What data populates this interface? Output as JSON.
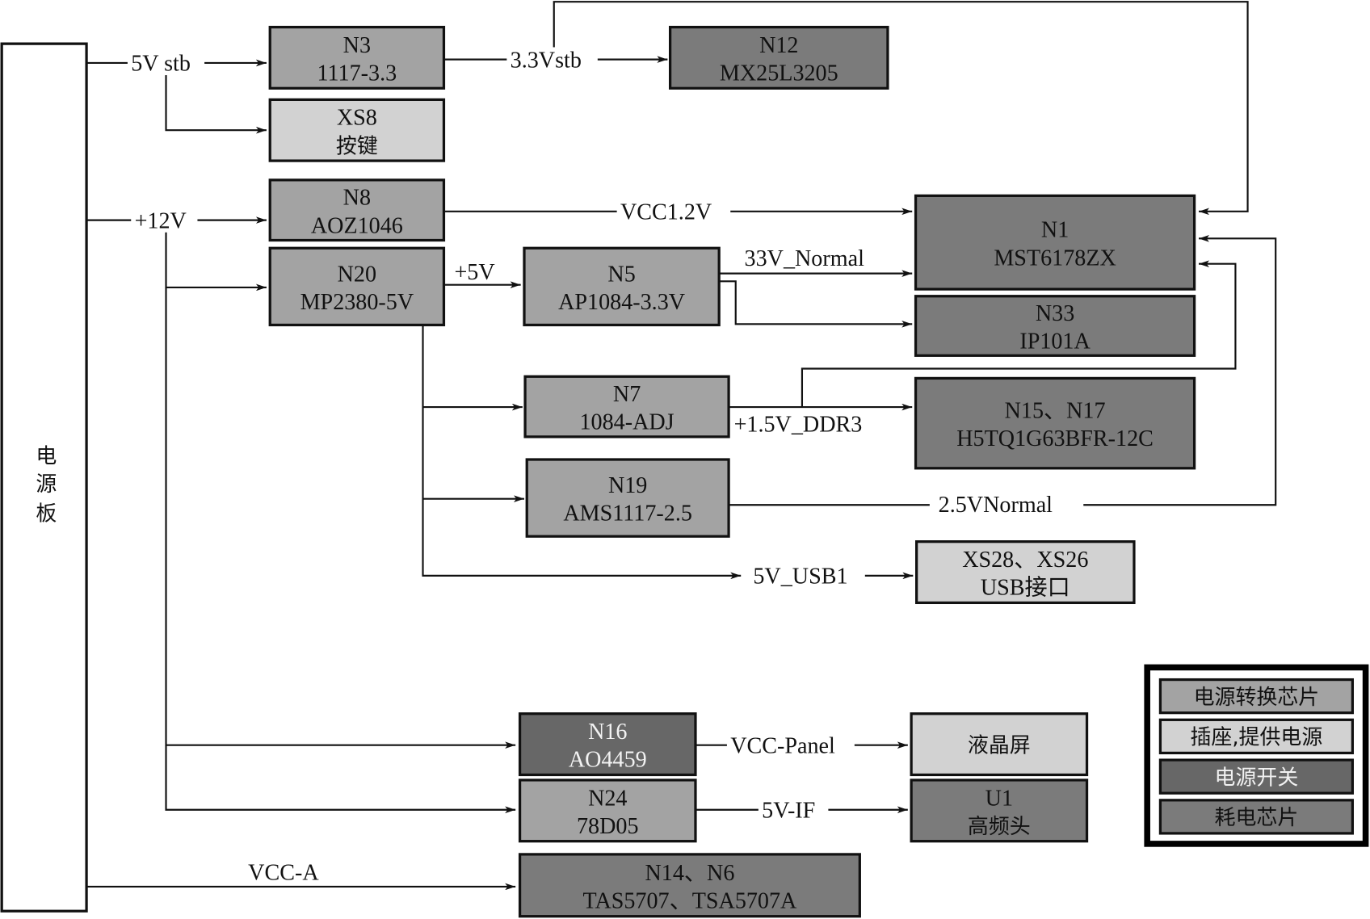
{
  "colors": {
    "converter": "#a3a3a3",
    "socket": "#d2d2d2",
    "switch": "#676767",
    "consumer": "#7b7b7b",
    "line": "#111111",
    "background": "#ffffff"
  },
  "power_board": {
    "label_lines": [
      "电",
      "源",
      "板"
    ]
  },
  "blocks": {
    "n3": {
      "id": "N3",
      "part": "1117-3.3",
      "kind": "converter"
    },
    "xs8": {
      "id": "XS8",
      "part": "按键",
      "kind": "socket"
    },
    "n12": {
      "id": "N12",
      "part": "MX25L3205",
      "kind": "consumer"
    },
    "n8": {
      "id": "N8",
      "part": "AOZ1046",
      "kind": "converter"
    },
    "n20": {
      "id": "N20",
      "part": "MP2380-5V",
      "kind": "converter"
    },
    "n5": {
      "id": "N5",
      "part": "AP1084-3.3V",
      "kind": "converter"
    },
    "n1": {
      "id": "N1",
      "part": "MST6178ZX",
      "kind": "consumer"
    },
    "n33": {
      "id": "N33",
      "part": "IP101A",
      "kind": "consumer"
    },
    "n7": {
      "id": "N7",
      "part": "1084-ADJ",
      "kind": "converter"
    },
    "n15": {
      "id": "N15、N17",
      "part": "H5TQ1G63BFR-12C",
      "kind": "consumer"
    },
    "n19": {
      "id": "N19",
      "part": "AMS1117-2.5",
      "kind": "converter"
    },
    "xs28": {
      "id": "XS28、XS26",
      "part": "USB接口",
      "kind": "socket"
    },
    "n16": {
      "id": "N16",
      "part": "AO4459",
      "kind": "switch"
    },
    "lcd": {
      "id": "液晶屏",
      "part": "",
      "kind": "socket"
    },
    "n24": {
      "id": "N24",
      "part": "78D05",
      "kind": "converter"
    },
    "u1": {
      "id": "U1",
      "part": "高频头",
      "kind": "consumer"
    },
    "n14": {
      "id": "N14、N6",
      "part": "TAS5707、TSA5707A",
      "kind": "consumer"
    }
  },
  "wires": {
    "v5stb": "5V stb",
    "v33stb": "3.3Vstb",
    "v12": "+12V",
    "vcc12": "VCC1.2V",
    "v5": "+5V",
    "v33normal": "33V_Normal",
    "v15ddr3": "+1.5V_DDR3",
    "v25normal": "2.5VNormal",
    "v5usb1": "5V_USB1",
    "vccpanel": "VCC-Panel",
    "v5if": "5V-IF",
    "vcca": "VCC-A"
  },
  "legend": {
    "items": [
      {
        "label": "电源转换芯片",
        "kind": "converter"
      },
      {
        "label": "插座,提供电源",
        "kind": "socket"
      },
      {
        "label": "电源开关",
        "kind": "switch"
      },
      {
        "label": "耗电芯片",
        "kind": "consumer"
      }
    ]
  }
}
